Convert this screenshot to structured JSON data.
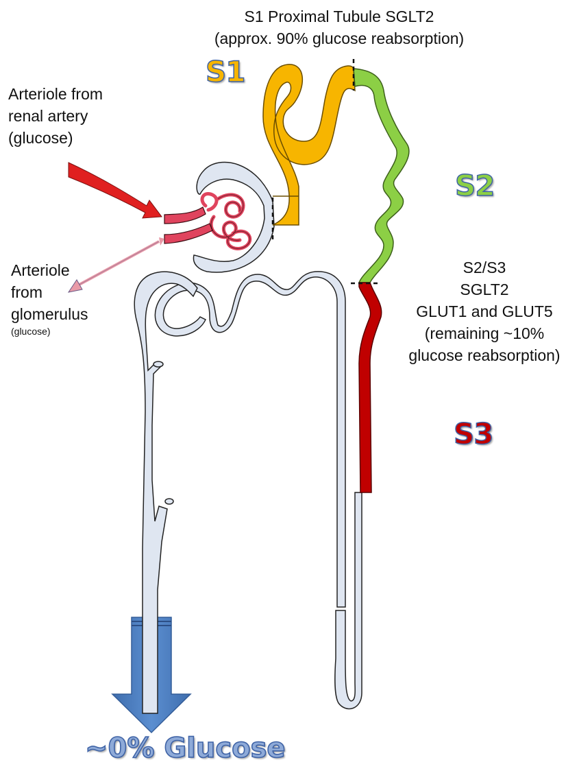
{
  "title": {
    "line1": "S1 Proximal Tubule SGLT2",
    "line2": "(approx. 90% glucose reabsorption)"
  },
  "afferent": {
    "line1": "Arteriole from",
    "line2": "renal artery",
    "line3": "(glucose)"
  },
  "efferent": {
    "line1": "Arteriole",
    "line2": "from",
    "line3": "glomerulus",
    "line4": "(glucose)"
  },
  "s23_note": {
    "line1": "S2/S3",
    "line2": "SGLT2",
    "line3": "GLUT1 and GLUT5",
    "line4": "(remaining ~10%",
    "line5": "glucose reabsorption)"
  },
  "segments": {
    "s1": {
      "label": "S1",
      "color": "#f7b500"
    },
    "s2": {
      "label": "S2",
      "color": "#8ccf45"
    },
    "s3": {
      "label": "S3",
      "color": "#c00000"
    }
  },
  "output": {
    "label": "~0% Glucose",
    "color": "#4f81bd"
  },
  "colors": {
    "tubule": "#dfe6f1",
    "glomerulus": "#e0445e",
    "afferent_arrow": "#e02020",
    "efferent_arrow": "#e99aa7"
  }
}
